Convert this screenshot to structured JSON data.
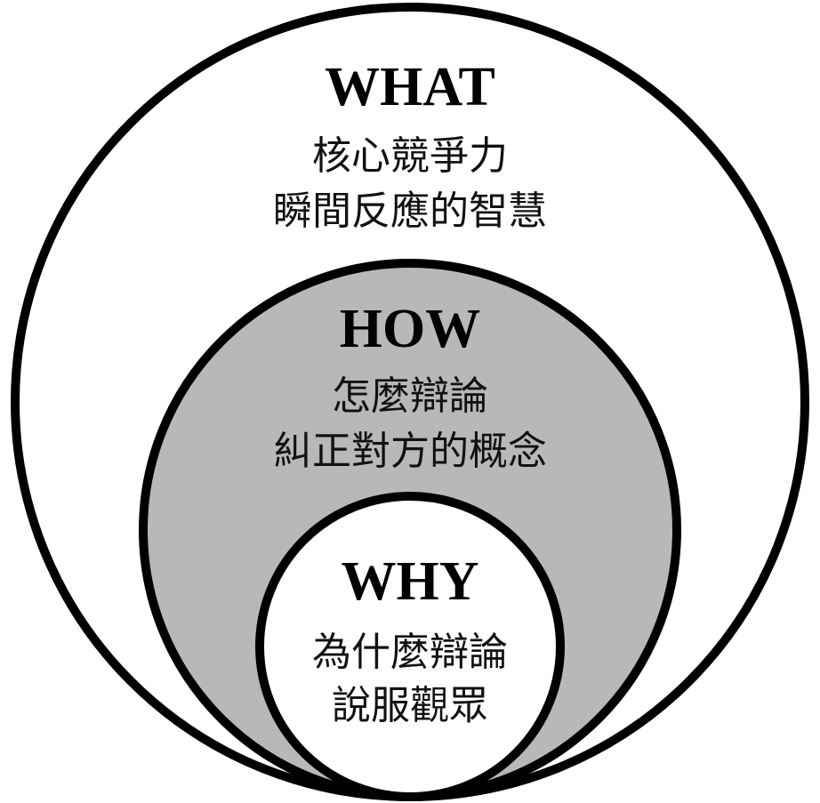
{
  "colors": {
    "outer_fill": "#ffffff",
    "middle_fill": "#b8b8b8",
    "inner_fill": "#ffffff",
    "stroke": "#000000"
  },
  "outer": {
    "title": "WHAT",
    "line1": "核心競爭力",
    "line2": "瞬間反應的智慧"
  },
  "middle": {
    "title": "HOW",
    "line1": "怎麼辯論",
    "line2": "糾正對方的概念"
  },
  "inner": {
    "title": "WHY",
    "line1": "為什麼辯論",
    "line2": "說服觀眾"
  }
}
